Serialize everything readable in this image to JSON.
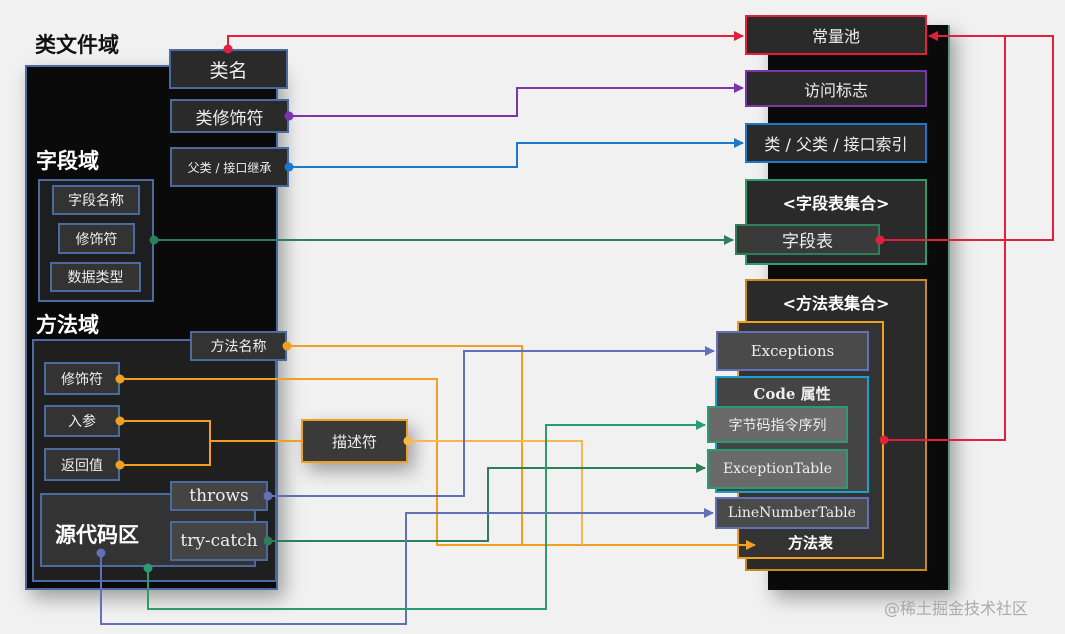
{
  "left": {
    "title": "类文件域",
    "class_name": "类名",
    "class_modifier": "类修饰符",
    "super_interface": "父类 / 接口继承",
    "field_domain": "字段域",
    "field_items": [
      "字段名称",
      "修饰符",
      "数据类型"
    ],
    "method_domain": "方法域",
    "method_name": "方法名称",
    "method_items": [
      "修饰符",
      "入参",
      "返回值"
    ],
    "source_area": "源代码区",
    "throws": "throws",
    "try_catch": "try-catch",
    "descriptor": "描述符"
  },
  "right": {
    "constant_pool": "常量池",
    "access_flags": "访问标志",
    "class_index": "类 / 父类 / 接口索引",
    "field_set": "<字段表集合>",
    "field_table": "字段表",
    "method_set": "<方法表集合>",
    "exceptions": "Exceptions",
    "code_attr": "Code 属性",
    "bytecode": "字节码指令序列",
    "exception_table": "ExceptionTable",
    "line_number_table": "LineNumberTable",
    "method_table": "方法表"
  },
  "watermark": "@稀土掘金技术社区",
  "colors": {
    "red": "#e0203c",
    "purple": "#7b35a8",
    "blue": "#1e78c8",
    "green": "#2e7d5b",
    "orange": "#f0a020",
    "slate": "#6270b8",
    "teal": "#2e9a70"
  }
}
